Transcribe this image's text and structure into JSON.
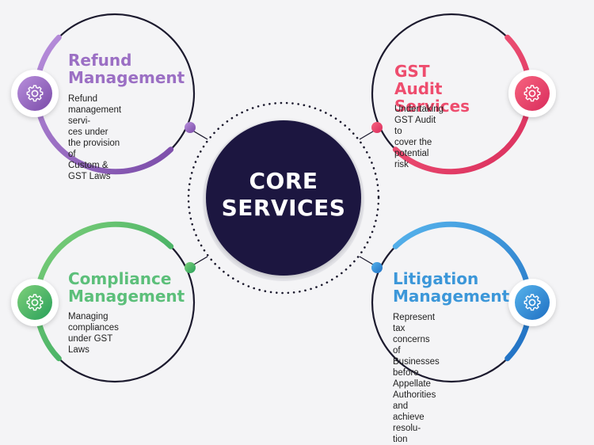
{
  "center": {
    "line1": "CORE",
    "line2": "SERVICES"
  },
  "cards": [
    {
      "id": "refund",
      "title_line1": "Refund",
      "title_line2": "Management",
      "desc": [
        "Refund management servi-",
        "ces under the provision of",
        "Custom & GST Laws"
      ],
      "icon": "gear-icon",
      "color": "#9b6fc4"
    },
    {
      "id": "gst-audit",
      "title_line1": "GST Audit",
      "title_line2": "Services",
      "desc": [
        "Undertaking GST Audit to",
        "cover the potential risk"
      ],
      "icon": "gear-icon",
      "color": "#ee4d6e"
    },
    {
      "id": "compliance",
      "title_line1": "Compliance",
      "title_line2": "Management",
      "desc": [
        "Managing compliances",
        "under GST Laws"
      ],
      "icon": "gear-icon",
      "color": "#5cbf7a"
    },
    {
      "id": "litigation",
      "title_line1": "Litigation",
      "title_line2": "Management",
      "desc": [
        "Represent tax concerns of",
        "Businesses before Appellate",
        "Authorities and achieve resolu-",
        "tion"
      ],
      "icon": "gear-icon",
      "color": "#3c97d9"
    }
  ],
  "colors": {
    "center_fill": "#1b1640",
    "ring_dark": "#1c1a2e",
    "refund": "#9b6fc4",
    "gst_audit": "#ee4d6e",
    "compliance": "#5cbf7a",
    "litigation": "#3c97d9"
  }
}
